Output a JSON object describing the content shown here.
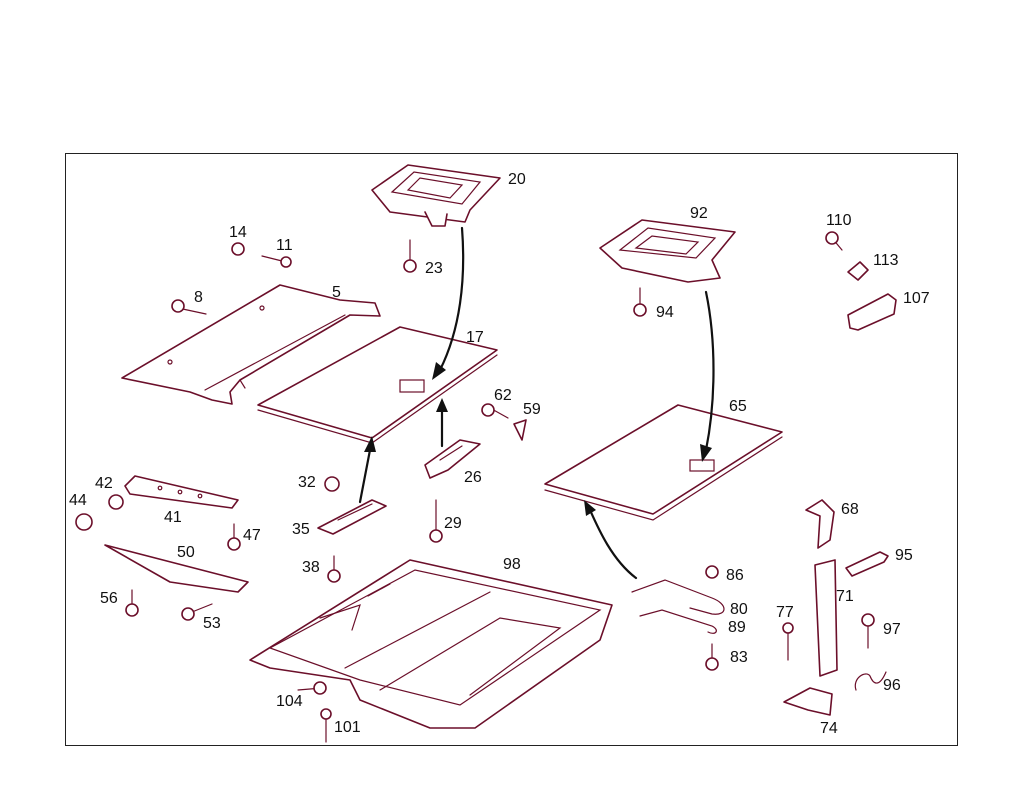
{
  "callouts": {
    "p5": "5",
    "p8": "8",
    "p11": "11",
    "p14": "14",
    "p17": "17",
    "p20": "20",
    "p23": "23",
    "p26": "26",
    "p29": "29",
    "p32": "32",
    "p35": "35",
    "p38": "38",
    "p41": "41",
    "p42": "42",
    "p44": "44",
    "p47": "47",
    "p50": "50",
    "p53": "53",
    "p56": "56",
    "p59": "59",
    "p62": "62",
    "p65": "65",
    "p68": "68",
    "p71": "71",
    "p74": "74",
    "p77": "77",
    "p80": "80",
    "p83": "83",
    "p86": "86",
    "p89": "89",
    "p92": "92",
    "p94": "94",
    "p95": "95",
    "p96": "96",
    "p97": "97",
    "p98": "98",
    "p101": "101",
    "p104": "104",
    "p107": "107",
    "p110": "110",
    "p113": "113"
  },
  "colors": {
    "line": "#6b0f2a",
    "frame": "#222222",
    "arrow": "#111111",
    "background": "#ffffff"
  }
}
